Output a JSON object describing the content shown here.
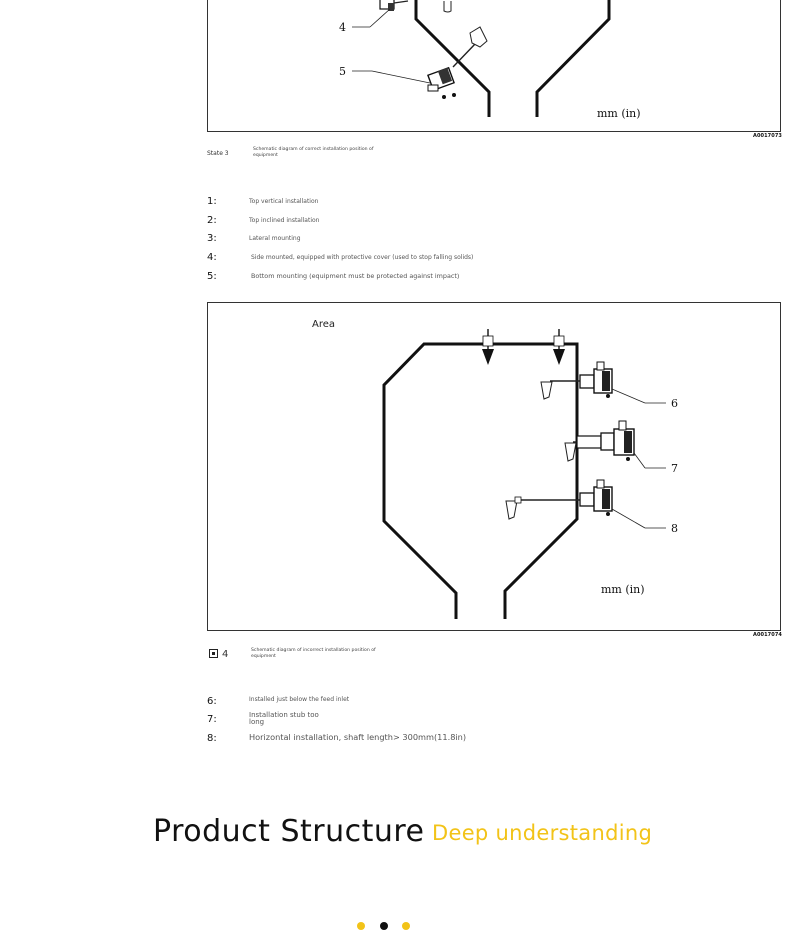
{
  "figure_top": {
    "labels": [
      "4",
      "5"
    ],
    "unit": "mm (in)",
    "figure_id": "A0017073",
    "caption_label": "State 3",
    "caption_text": "Schematic diagram of correct installation position of equipment"
  },
  "list_top": [
    {
      "num": "1:",
      "text": "Top vertical installation"
    },
    {
      "num": "2:",
      "text": "Top inclined installation"
    },
    {
      "num": "3:",
      "text": "Lateral mounting"
    },
    {
      "num": "4:",
      "text": "Side mounted, equipped with protective cover (used to stop falling solids)"
    },
    {
      "num": "5:",
      "text": "Bottom mounting (equipment must be protected against impact)"
    }
  ],
  "figure_bottom": {
    "area_label": "Area",
    "labels": [
      "6",
      "7",
      "8"
    ],
    "unit": "mm (in)",
    "figure_id": "A0017074",
    "caption_label": "4",
    "caption_text": "Schematic diagram of incorrect installation position of equipment"
  },
  "list_bottom": [
    {
      "num": "6:",
      "text": "Installed just below the feed inlet"
    },
    {
      "num": "7:",
      "text": "Installation stub too long"
    },
    {
      "num": "8:",
      "text": "Horizontal installation, shaft length> 300mm(11.8in)"
    }
  ],
  "section": {
    "title": "Product Structure",
    "subtitle": "Deep understanding"
  },
  "carousel": {
    "dots": [
      {
        "color": "#f2c318",
        "active": false
      },
      {
        "color": "#111111",
        "active": true
      },
      {
        "color": "#f2c318",
        "active": false
      }
    ]
  }
}
